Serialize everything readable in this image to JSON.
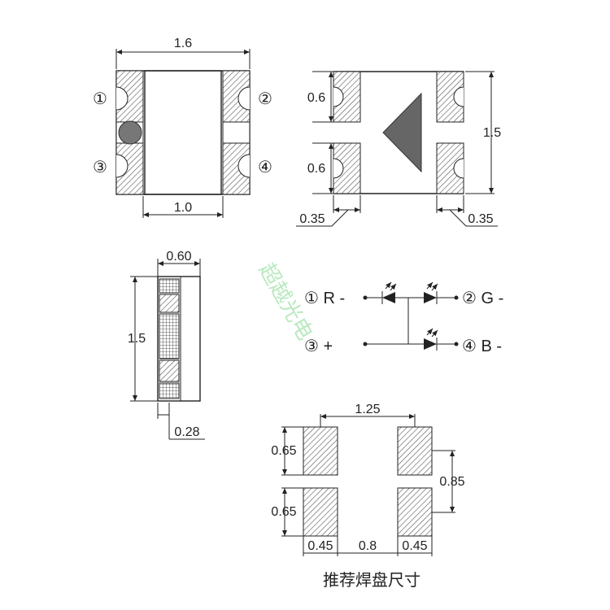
{
  "top_view": {
    "width_label": "1.6",
    "inner_width_label": "1.0",
    "pins": [
      "①",
      "②",
      "③",
      "④"
    ]
  },
  "bottom_view": {
    "pad_h1": "0.6",
    "pad_h2": "0.6",
    "height_label": "1.5",
    "pad_w_left": "0.35",
    "pad_w_right": "0.35"
  },
  "side_view": {
    "width_label": "0.60",
    "height_label": "1.5",
    "gap_label": "0.28"
  },
  "circuit": {
    "pin1": "① R -",
    "pin2": "② G -",
    "pin3": "③ +",
    "pin4": "④ B -"
  },
  "footprint": {
    "span_label": "1.25",
    "pad_h_top": "0.65",
    "pad_h_bottom": "0.65",
    "pitch_label": "0.85",
    "pad_w_left": "0.45",
    "gap_label": "0.8",
    "pad_w_right": "0.45",
    "caption": "推荐焊盘尺寸"
  },
  "watermark": "超越光电",
  "colors": {
    "hatch": "#888888",
    "chip_gray": "#666666",
    "watermark": "#7fd88a"
  }
}
